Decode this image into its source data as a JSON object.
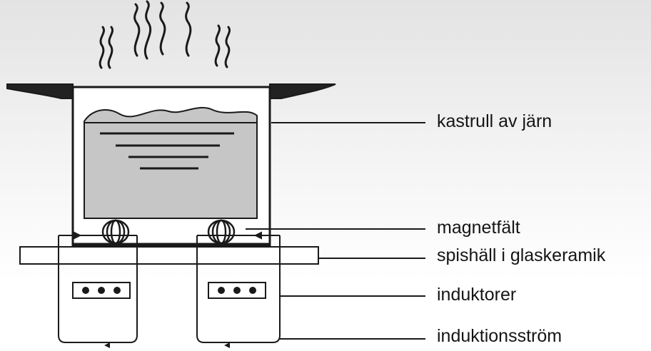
{
  "labels": {
    "pot": "kastrull av järn",
    "magnetic_field": "magnetfält",
    "hob": "spishäll i glaskeramik",
    "inductors": "induktorer",
    "induction_current": "induktionsström"
  },
  "colors": {
    "line": "#1a1a1a",
    "water": "#c6c6c6",
    "pot_fill": "#ffffff",
    "hob_fill": "#ffffff",
    "text": "#151515"
  }
}
